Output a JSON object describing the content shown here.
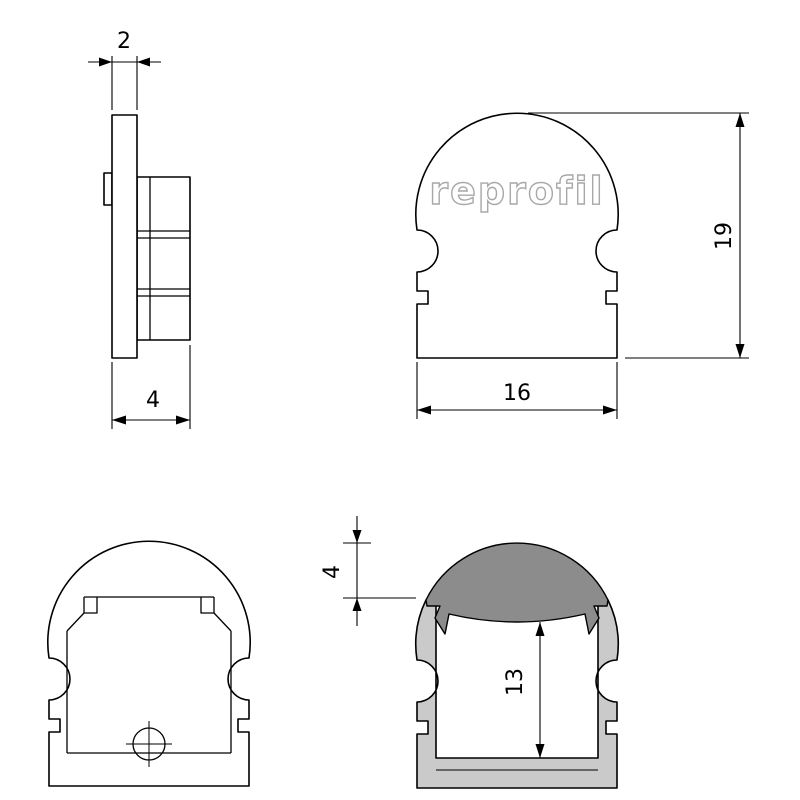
{
  "logo": {
    "text": "reprofil"
  },
  "dimensions": {
    "side_view": {
      "thickness": "2",
      "depth": "4"
    },
    "front_view": {
      "height": "19",
      "width": "16"
    },
    "section_view": {
      "cover_height": "4",
      "inner_height": "13"
    }
  },
  "colors": {
    "line": "#000000",
    "body_fill": "#cacaca",
    "cover_fill": "#8c8c8c",
    "logo_stroke": "#a8a8a8",
    "logo_fill": "#ffffff"
  }
}
